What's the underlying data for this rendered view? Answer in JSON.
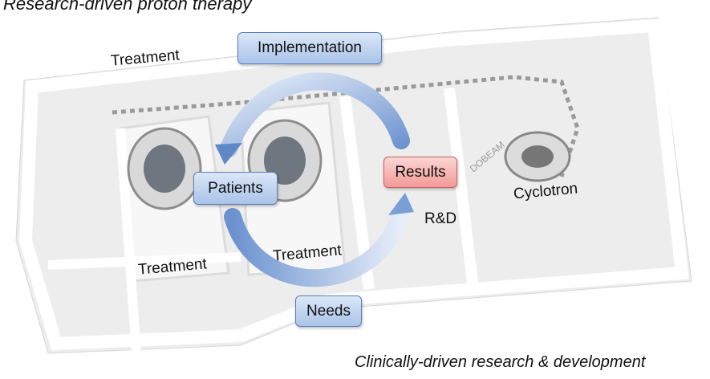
{
  "header": {
    "title": "Research-driven proton therapy"
  },
  "labels": {
    "treatment_top": "Treatment",
    "treatment_left": "Treatment",
    "treatment_middle": "Treatment",
    "rnd": "R&D",
    "cyclotron": "Cyclotron",
    "logo_text": "DOBEAM"
  },
  "cycle": {
    "implementation": "Implementation",
    "patients": "Patients",
    "results": "Results",
    "needs": "Needs"
  },
  "footer": {
    "caption": "Clinically-driven research & development"
  },
  "colors": {
    "box_blue": "#b8cdec",
    "box_red": "#f6b2af",
    "arrow_blue": "#6f96d0",
    "floor": "#f2f2f2",
    "walls": "#ffffff"
  }
}
